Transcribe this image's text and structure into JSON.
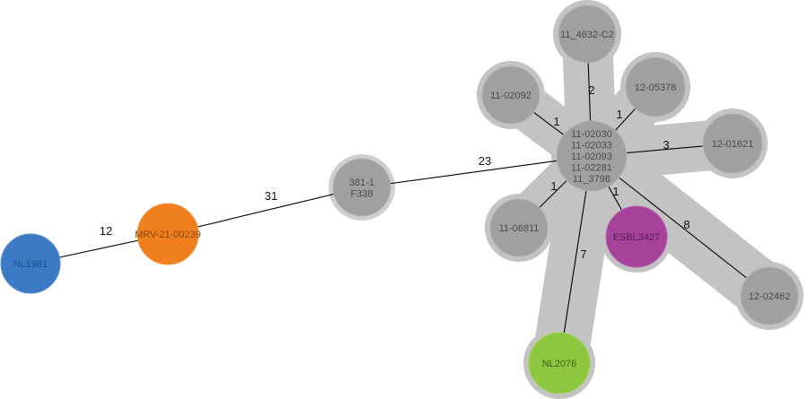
{
  "colors": {
    "cluster_fill": "#c3c3c3",
    "cluster_stroke": "#cfcfcf",
    "node_gray": "#a0a0a0",
    "node_gray_stroke": "#b4b4b4",
    "node_text": "#4a4a4a",
    "blue": "#3d7ac4",
    "blue_text": "#1e4f8e",
    "orange": "#f0801f",
    "orange_text": "#8a4a10",
    "purple": "#a6429a",
    "purple_text": "#5a1d52",
    "green": "#8dc63f",
    "green_text": "#3f6614",
    "edge": "#000000"
  },
  "nodes": [
    {
      "id": "center",
      "lines": [
        "11-02030",
        "11-02033",
        "11-02093",
        "11-02281",
        "11_3798"
      ]
    },
    {
      "id": "n_4632",
      "lines": [
        "11_4632-C2"
      ]
    },
    {
      "id": "n_05378",
      "lines": [
        "12-05378"
      ]
    },
    {
      "id": "n_02092",
      "lines": [
        "11-02092"
      ]
    },
    {
      "id": "n_01621",
      "lines": [
        "12-01621"
      ]
    },
    {
      "id": "n_06811",
      "lines": [
        "11-06811"
      ]
    },
    {
      "id": "n_esbl",
      "lines": [
        "ESBL3427"
      ]
    },
    {
      "id": "n_02462",
      "lines": [
        "12-02462"
      ]
    },
    {
      "id": "n_nl2076",
      "lines": [
        "NL2076"
      ]
    },
    {
      "id": "n_381",
      "lines": [
        "381-1",
        "F338"
      ]
    },
    {
      "id": "n_mrv",
      "lines": [
        "MRV-21-00239"
      ]
    },
    {
      "id": "n_nl1981",
      "lines": [
        "NL1981"
      ]
    }
  ],
  "edges": [
    {
      "from": "n_nl1981",
      "to": "n_mrv",
      "label": "12"
    },
    {
      "from": "n_mrv",
      "to": "n_381",
      "label": "31"
    },
    {
      "from": "n_381",
      "to": "center",
      "label": "23"
    },
    {
      "from": "center",
      "to": "n_4632",
      "label": "2"
    },
    {
      "from": "center",
      "to": "n_05378",
      "label": "1"
    },
    {
      "from": "center",
      "to": "n_02092",
      "label": "1"
    },
    {
      "from": "center",
      "to": "n_01621",
      "label": "3"
    },
    {
      "from": "center",
      "to": "n_06811",
      "label": "1"
    },
    {
      "from": "center",
      "to": "n_esbl",
      "label": "1"
    },
    {
      "from": "center",
      "to": "n_02462",
      "label": "8"
    },
    {
      "from": "center",
      "to": "n_nl2076",
      "label": "7"
    }
  ]
}
